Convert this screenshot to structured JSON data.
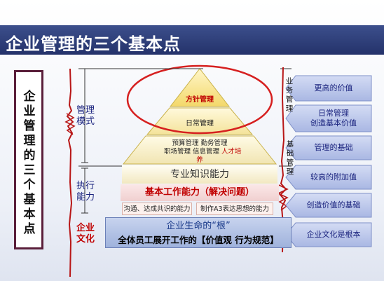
{
  "title": "企业管理的三个基本点",
  "side_box_text": "企业管理的三个基本点",
  "tier_labels": {
    "management": "管理\n模式",
    "execution": "执行\n能力",
    "culture": "企业\n文化"
  },
  "pyramid": {
    "top": "方针管理",
    "second": "日常管理",
    "third_line1": "预算管理  勤务管理",
    "third_line2a": "职场管理  信息管理",
    "third_line2b": "人才培",
    "third_line3": "养"
  },
  "bands": {
    "professional": "专业知识能力",
    "basic_work": "基本工作能力（解决问题）",
    "small_left": "沟通、达成共识的能力",
    "small_right": "制作A3表达思想的能力",
    "culture_line1": "企业生命的“根”",
    "culture_line2": "全体员工展开工作的【价值观  行为规范】"
  },
  "right_labels": {
    "business_management": "业务\n管理",
    "basic_management": "基础\n管理"
  },
  "arrow_boxes": [
    "更高的价值",
    "日常管理\n创造基本价值",
    "管理的基础",
    "较高的附加值",
    "创造价值的基础",
    "企业文化是根本"
  ],
  "colors": {
    "title_bar": "#2c3a78",
    "arrow_box_fill": "#b9c4ea",
    "ellipse": "#d62020",
    "scribble": "#b81616"
  }
}
